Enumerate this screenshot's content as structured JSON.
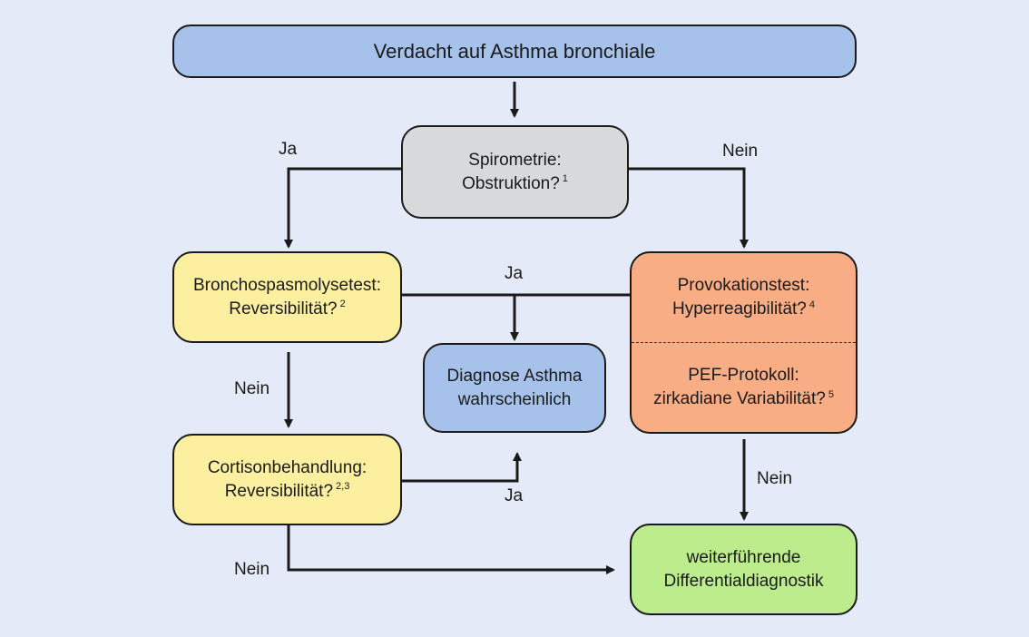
{
  "nodes": {
    "start": "Verdacht auf Asthma bronchiale",
    "spirometrie": {
      "line1": "Spirometrie:",
      "line2": "Obstruktion?",
      "note": "1"
    },
    "broncho": {
      "line1": "Bronchospasmolysetest:",
      "line2": "Reversibilität?",
      "note": "2"
    },
    "provokation": {
      "line1": "Provokationstest:",
      "line2": "Hyperreagibilität?",
      "note": "4"
    },
    "pef": {
      "line1": "PEF-Protokoll:",
      "line2": "zirkadiane Variabilität?",
      "note": "5"
    },
    "diagnose": {
      "line1": "Diagnose Asthma",
      "line2": "wahrscheinlich"
    },
    "cortison": {
      "line1": "Cortisonbehandlung:",
      "line2": "Reversibilität?",
      "note": "2,3"
    },
    "weiter": {
      "line1": "weiterführende",
      "line2": "Differentialdiagnostik"
    }
  },
  "edge_labels": {
    "spiro_ja": "Ja",
    "spiro_nein": "Nein",
    "broncho_ja": "Ja",
    "broncho_nein": "Nein",
    "cortison_ja": "Ja",
    "cortison_nein": "Nein",
    "provokation_nein": "Nein"
  }
}
